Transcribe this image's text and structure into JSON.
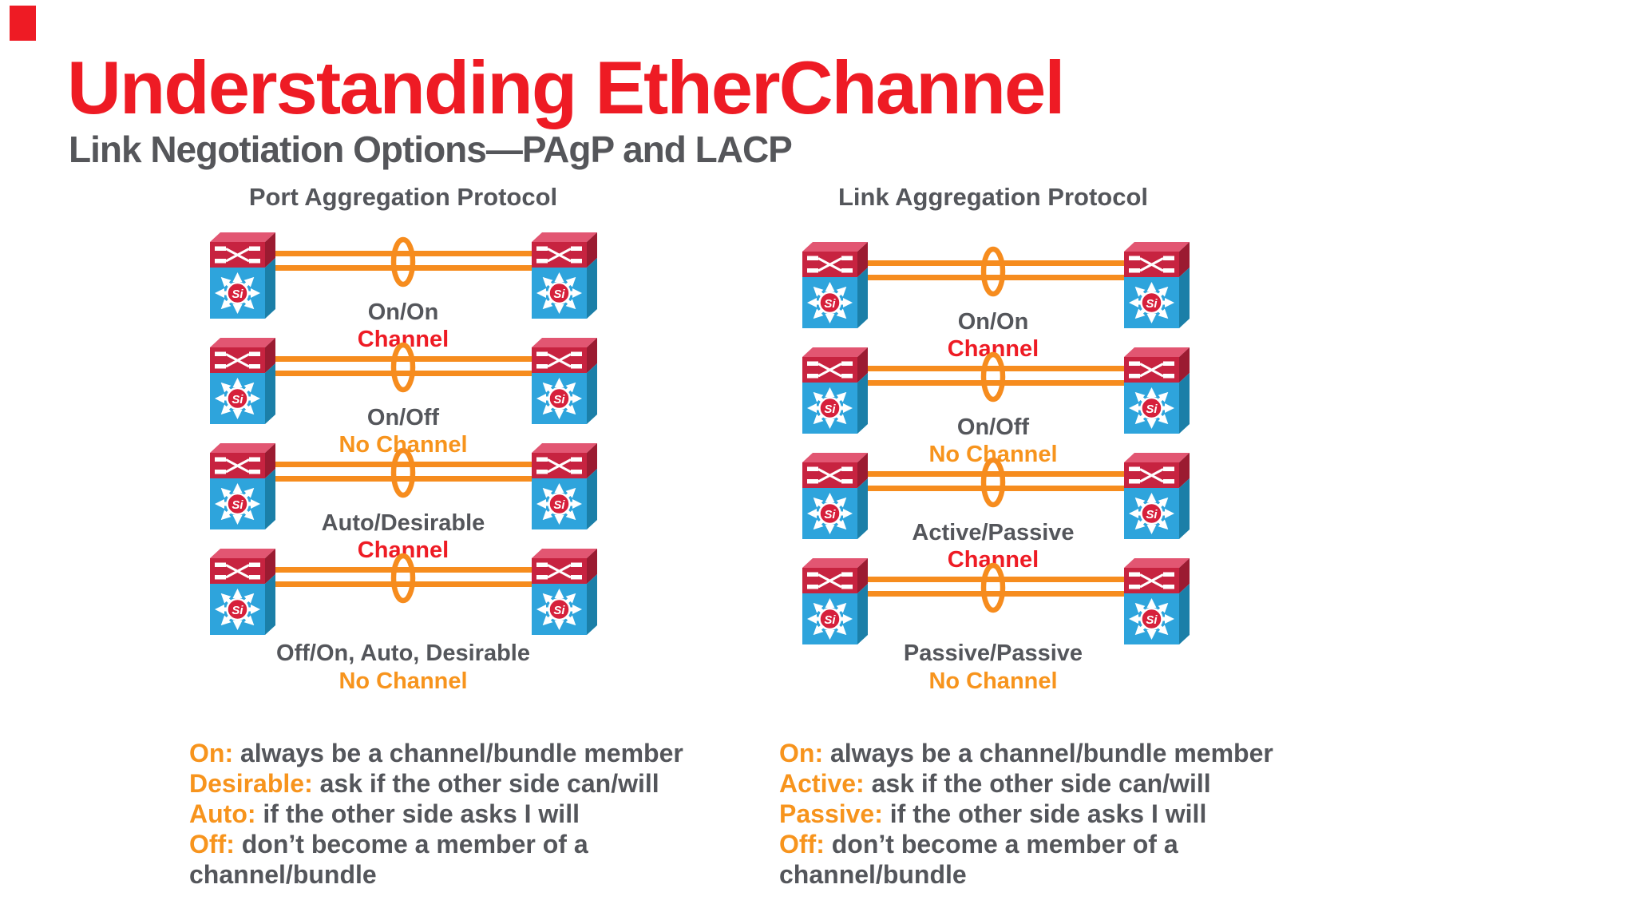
{
  "slide": {
    "title": "Understanding EtherChannel",
    "subtitle": "Link Negotiation Options—PAgP and LACP"
  },
  "icons": {
    "si_label": "Si"
  },
  "colors": {
    "title_red": "#EE1B24",
    "channel_red": "#EE1B24",
    "no_channel_orange": "#F7941D",
    "link_line_orange": "#F68C1E",
    "text_gray": "#54565B",
    "switch_red": "#C72340",
    "switch_blue": "#2EA4DC"
  },
  "columns": [
    {
      "id": "pagp",
      "heading": "Port Aggregation Protocol",
      "rows": [
        {
          "mode": "On/On",
          "result": "Channel",
          "result_type": "channel"
        },
        {
          "mode": "On/Off",
          "result": "No Channel",
          "result_type": "no_channel"
        },
        {
          "mode": "Auto/Desirable",
          "result": "Channel",
          "result_type": "channel"
        },
        {
          "mode": "Off/On, Auto, Desirable",
          "result": "No Channel",
          "result_type": "no_channel"
        }
      ],
      "legend": [
        {
          "term": "On:",
          "definition": "always be a channel/bundle member"
        },
        {
          "term": "Desirable:",
          "definition": "ask if the other side can/will"
        },
        {
          "term": "Auto:",
          "definition": "if the other side asks I will"
        },
        {
          "term": "Off:",
          "definition": "don’t become a member of a channel/bundle"
        }
      ]
    },
    {
      "id": "lacp",
      "heading": "Link Aggregation Protocol",
      "rows": [
        {
          "mode": "On/On",
          "result": "Channel",
          "result_type": "channel"
        },
        {
          "mode": "On/Off",
          "result": "No Channel",
          "result_type": "no_channel"
        },
        {
          "mode": "Active/Passive",
          "result": "Channel",
          "result_type": "channel"
        },
        {
          "mode": "Passive/Passive",
          "result": "No Channel",
          "result_type": "no_channel"
        }
      ],
      "legend": [
        {
          "term": "On:",
          "definition": "always be a channel/bundle member"
        },
        {
          "term": "Active:",
          "definition": "ask if the other side can/will"
        },
        {
          "term": "Passive:",
          "definition": "if the other side asks I will"
        },
        {
          "term": "Off:",
          "definition": "don’t become a member of a channel/bundle"
        }
      ]
    }
  ]
}
